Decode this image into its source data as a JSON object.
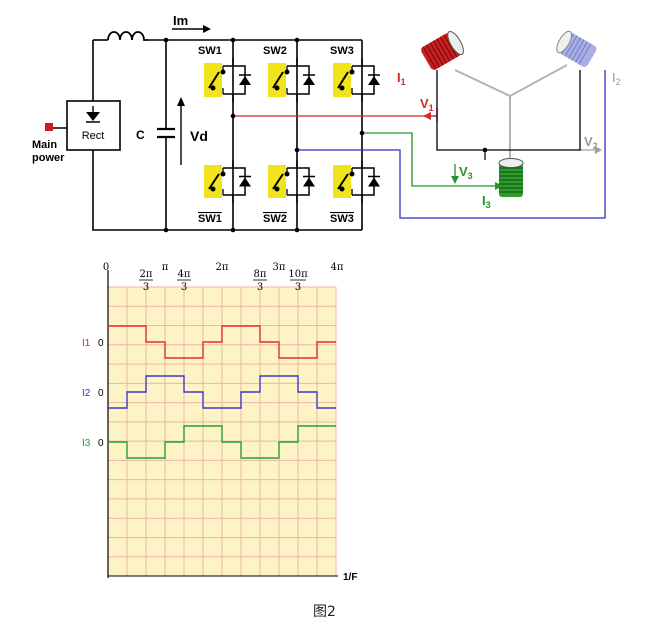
{
  "circuit": {
    "main_power_label_1": "Main",
    "main_power_label_2": "power",
    "rect_label": "Rect",
    "cap_label": "C",
    "vd_label": "Vd",
    "im_label": "Im",
    "switch_top": [
      "SW1",
      "SW2",
      "SW3"
    ],
    "switch_bottom": [
      "SW1",
      "SW2",
      "SW3"
    ],
    "i1": "I",
    "i1_sub": "1",
    "v1": "V",
    "v1_sub": "1",
    "i2": "I",
    "i2_sub": "2",
    "v2": "V",
    "v2_sub": "2",
    "i3": "I",
    "i3_sub": "3",
    "v3": "V",
    "v3_sub": "3",
    "colors": {
      "phase1": "#e03030",
      "phase2": "#3a3ad0",
      "phase3": "#2aa02a",
      "grey": "#a0a0a0"
    }
  },
  "waveform": {
    "top_ticks": [
      "0",
      "π",
      "2π",
      "3π",
      "4π"
    ],
    "frac_ticks": [
      {
        "num": "2π",
        "den": "3"
      },
      {
        "num": "4π",
        "den": "3"
      },
      {
        "num": "8π",
        "den": "3"
      },
      {
        "num": "10π",
        "den": "3"
      }
    ],
    "row_labels": [
      "I1",
      "I2",
      "I3"
    ],
    "zero_label": "0",
    "x_axis_label": "1/F",
    "grid_bg": "#fdf3c4",
    "grid_line": "#e8b8a8"
  },
  "caption": "图2",
  "chart_data": {
    "type": "line",
    "xlabel": "1/F",
    "x_ticks": [
      "0",
      "2π/3",
      "π",
      "4π/3",
      "2π",
      "8π/3",
      "3π",
      "10π/3",
      "4π"
    ],
    "series": [
      {
        "name": "I1",
        "x": [
          0,
          1.0472,
          2.0944,
          3.1416,
          4.1888,
          5.236,
          6.2832,
          7.3304,
          8.3776,
          9.4248,
          10.472,
          11.5192,
          12.5664
        ],
        "levels": [
          1,
          1,
          0,
          -1,
          -1,
          0,
          1,
          1,
          0,
          -1,
          -1,
          0,
          1
        ]
      },
      {
        "name": "I2",
        "x": [
          0,
          1.0472,
          2.0944,
          3.1416,
          4.1888,
          5.236,
          6.2832,
          7.3304,
          8.3776,
          9.4248,
          10.472,
          11.5192,
          12.5664
        ],
        "levels": [
          -1,
          0,
          1,
          1,
          0,
          -1,
          -1,
          0,
          1,
          1,
          0,
          -1,
          -1
        ]
      },
      {
        "name": "I3",
        "x": [
          0,
          1.0472,
          2.0944,
          3.1416,
          4.1888,
          5.236,
          6.2832,
          7.3304,
          8.3776,
          9.4248,
          10.472,
          11.5192,
          12.5664
        ],
        "levels": [
          0,
          -1,
          -1,
          0,
          1,
          1,
          0,
          -1,
          -1,
          0,
          1,
          1,
          0
        ]
      }
    ]
  }
}
